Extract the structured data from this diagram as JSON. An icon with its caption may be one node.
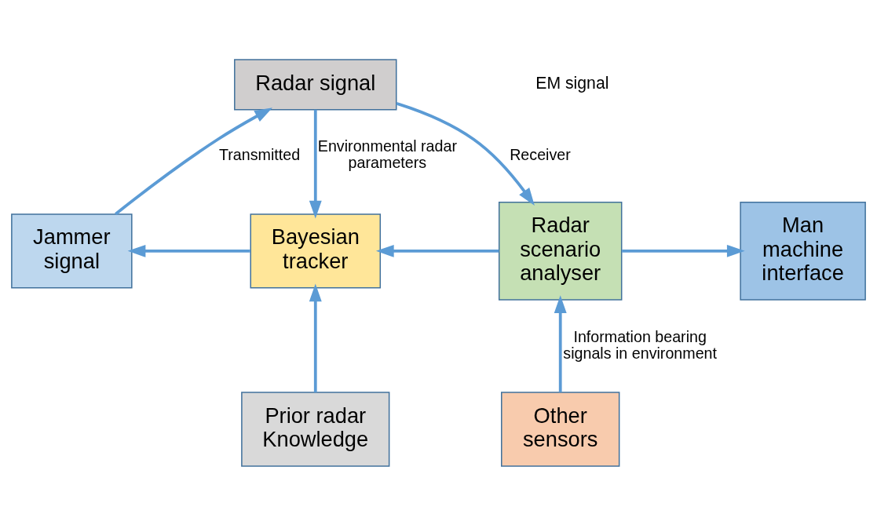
{
  "diagram": {
    "nodes": [
      {
        "text": [
          "Radar signal"
        ]
      },
      {
        "text": [
          "Jammer signal"
        ]
      },
      {
        "text": [
          "Bayesian tracker"
        ]
      },
      {
        "text": [
          "Radar scenario analyser"
        ]
      },
      {
        "text": [
          "Man machine interface"
        ]
      },
      {
        "text": [
          "Prior radar Knowledge"
        ]
      },
      {
        "text": [
          "Other sensors"
        ]
      }
    ],
    "edges": [
      {
        "from": 1,
        "to": 0,
        "arrow": "to",
        "label": "Transmitted"
      },
      {
        "from": 0,
        "to": 2,
        "arrow": "to",
        "label": "Environmental radar parameters"
      },
      {
        "from": 0,
        "to": 3,
        "arrow": "to",
        "label": "Receiver"
      },
      {
        "from": 2,
        "to": 1,
        "arrow": "to"
      },
      {
        "from": 3,
        "to": 2,
        "arrow": "to"
      },
      {
        "from": 3,
        "to": 4,
        "arrow": "to"
      },
      {
        "from": 5,
        "to": 2,
        "arrow": "to"
      },
      {
        "from": 6,
        "to": 3,
        "arrow": "to",
        "label": "Information bearing signals in environment"
      }
    ],
    "labels": [
      "EM signal"
    ]
  }
}
